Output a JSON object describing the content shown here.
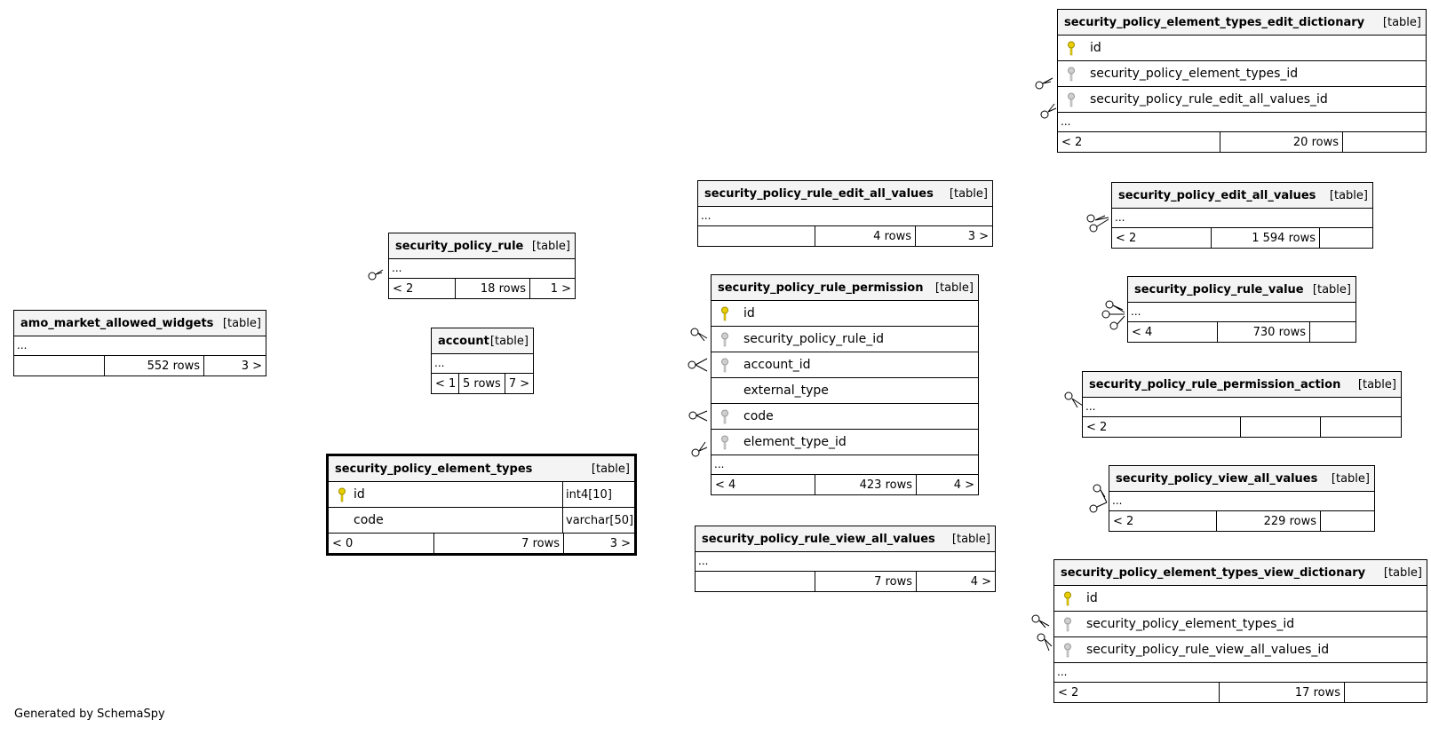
{
  "footer_credit": "Generated by SchemaSpy",
  "tables": {
    "amo_market_allowed_widgets": {
      "name": "amo_market_allowed_widgets",
      "tag": "[table]",
      "ellipsis": "...",
      "parents": "",
      "rows": "552 rows",
      "children": "3 >"
    },
    "security_policy_rule": {
      "name": "security_policy_rule",
      "tag": "[table]",
      "ellipsis": "...",
      "parents": "< 2",
      "rows": "18 rows",
      "children": "1 >"
    },
    "account": {
      "name": "account",
      "tag": "[table]",
      "ellipsis": "...",
      "parents": "< 1",
      "rows": "5 rows",
      "children": "7 >"
    },
    "security_policy_element_types": {
      "name": "security_policy_element_types",
      "tag": "[table]",
      "columns": [
        {
          "name": "id",
          "type": "int4[10]",
          "key": "primary"
        },
        {
          "name": "code",
          "type": "varchar[50]",
          "key": "none"
        }
      ],
      "parents": "< 0",
      "rows": "7 rows",
      "children": "3 >"
    },
    "security_policy_rule_edit_all_values": {
      "name": "security_policy_rule_edit_all_values",
      "tag": "[table]",
      "ellipsis": "...",
      "parents": "",
      "rows": "4 rows",
      "children": "3 >"
    },
    "security_policy_rule_permission": {
      "name": "security_policy_rule_permission",
      "tag": "[table]",
      "columns": [
        {
          "name": "id",
          "key": "primary"
        },
        {
          "name": "security_policy_rule_id",
          "key": "foreign"
        },
        {
          "name": "account_id",
          "key": "foreign"
        },
        {
          "name": "external_type",
          "key": "none"
        },
        {
          "name": "code",
          "key": "foreign"
        },
        {
          "name": "element_type_id",
          "key": "foreign"
        }
      ],
      "ellipsis": "...",
      "parents": "< 4",
      "rows": "423 rows",
      "children": "4 >"
    },
    "security_policy_rule_view_all_values": {
      "name": "security_policy_rule_view_all_values",
      "tag": "[table]",
      "ellipsis": "...",
      "parents": "",
      "rows": "7 rows",
      "children": "4 >"
    },
    "security_policy_element_types_edit_dictionary": {
      "name": "security_policy_element_types_edit_dictionary",
      "tag": "[table]",
      "columns": [
        {
          "name": "id",
          "key": "primary"
        },
        {
          "name": "security_policy_element_types_id",
          "key": "foreign"
        },
        {
          "name": "security_policy_rule_edit_all_values_id",
          "key": "foreign"
        }
      ],
      "ellipsis": "...",
      "parents": "< 2",
      "rows": "20 rows",
      "children": ""
    },
    "security_policy_edit_all_values": {
      "name": "security_policy_edit_all_values",
      "tag": "[table]",
      "ellipsis": "...",
      "parents": "< 2",
      "rows": "1 594 rows",
      "children": ""
    },
    "security_policy_rule_value": {
      "name": "security_policy_rule_value",
      "tag": "[table]",
      "ellipsis": "...",
      "parents": "< 4",
      "rows": "730 rows",
      "children": ""
    },
    "security_policy_rule_permission_action": {
      "name": "security_policy_rule_permission_action",
      "tag": "[table]",
      "ellipsis": "...",
      "parents": "< 2",
      "rows": "",
      "children": ""
    },
    "security_policy_view_all_values": {
      "name": "security_policy_view_all_values",
      "tag": "[table]",
      "ellipsis": "...",
      "parents": "< 2",
      "rows": "229 rows",
      "children": ""
    },
    "security_policy_element_types_view_dictionary": {
      "name": "security_policy_element_types_view_dictionary",
      "tag": "[table]",
      "columns": [
        {
          "name": "id",
          "key": "primary"
        },
        {
          "name": "security_policy_element_types_id",
          "key": "foreign"
        },
        {
          "name": "security_policy_rule_view_all_values_id",
          "key": "foreign"
        }
      ],
      "ellipsis": "...",
      "parents": "< 2",
      "rows": "17 rows",
      "children": ""
    }
  }
}
